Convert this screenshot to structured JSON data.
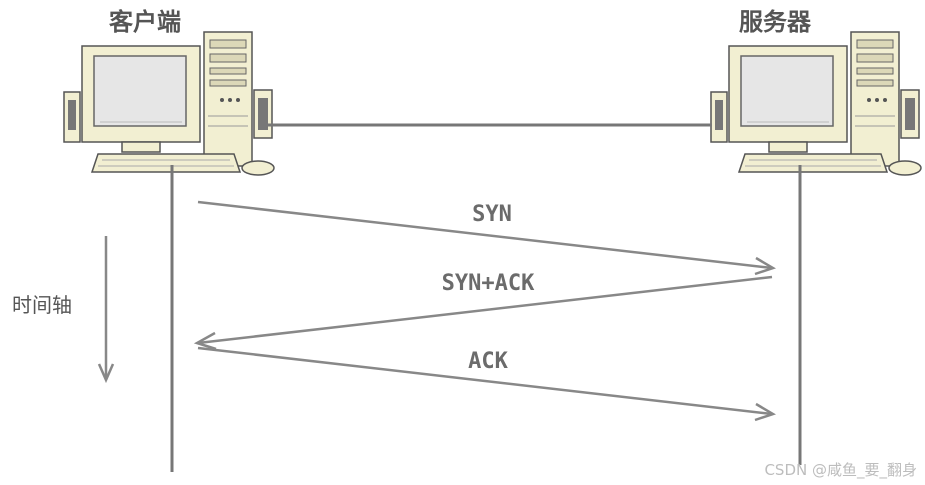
{
  "hosts": {
    "client_label": "客户端",
    "server_label": "服务器"
  },
  "messages": [
    {
      "label": "SYN",
      "direction": "client-to-server"
    },
    {
      "label": "SYN+ACK",
      "direction": "server-to-client"
    },
    {
      "label": "ACK",
      "direction": "client-to-server"
    }
  ],
  "time_axis_label": "时间轴",
  "watermark": "CSDN @咸鱼_要_翻身",
  "colors": {
    "line": "#777777",
    "arrow": "#888888",
    "computer_body": "#f2efd2",
    "screen": "#e8e8e8"
  },
  "icons": [
    "desktop-computer-icon",
    "desktop-computer-icon"
  ]
}
